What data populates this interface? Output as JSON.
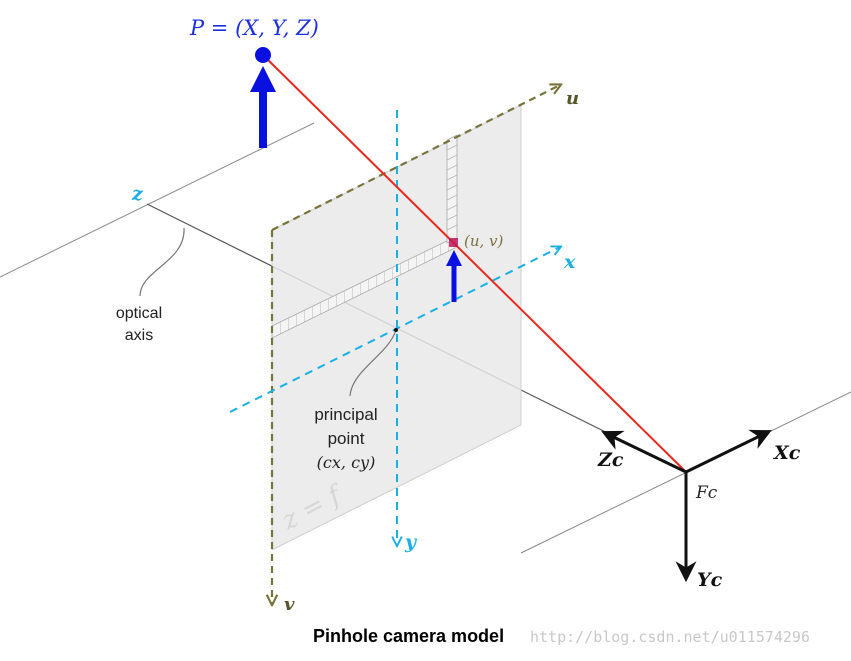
{
  "labels": {
    "point_label": "P = (X, Y, Z)",
    "u_axis": "u",
    "v_axis": "v",
    "x_axis": "x",
    "y_axis": "y",
    "z_label": "z",
    "uv_label": "(u, v)",
    "optical_axis_line1": "optical",
    "optical_axis_line2": "axis",
    "principal_line1": "principal",
    "principal_line2": "point",
    "principal_coords": "(cx, cy)",
    "plane_label": "z = f",
    "zc": "Zc",
    "xc": "Xc",
    "yc": "Yc",
    "fc": "Fc"
  },
  "caption": {
    "title": "Pinhole camera model",
    "watermark": "http://blog.csdn.net/u011574296"
  },
  "colors": {
    "blue_point": "#0a10e0",
    "ray_red": "#e8281e",
    "cyan_axes": "#1ab0e6",
    "olive_axes": "#77733a",
    "plane_fill": "#e9e9e9",
    "black": "#111111"
  }
}
